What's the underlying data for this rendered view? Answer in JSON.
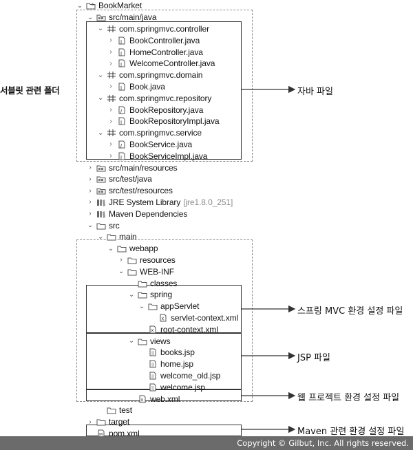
{
  "tree": [
    {
      "label": "BookMarket",
      "icon": "project-icon",
      "indent": 0,
      "chevron": "down",
      "top": 0
    },
    {
      "label": "src/main/java",
      "icon": "source-folder-icon",
      "indent": 1,
      "chevron": "down"
    },
    {
      "label": "com.springmvc.controller",
      "icon": "package-icon",
      "indent": 2,
      "chevron": "down"
    },
    {
      "label": "BookController.java",
      "icon": "java-file-icon",
      "indent": 3,
      "chevron": "right"
    },
    {
      "label": "HomeController.java",
      "icon": "java-file-icon",
      "indent": 3,
      "chevron": "right"
    },
    {
      "label": "WelcomeController.java",
      "icon": "java-file-icon",
      "indent": 3,
      "chevron": "right"
    },
    {
      "label": "com.springmvc.domain",
      "icon": "package-icon",
      "indent": 2,
      "chevron": "down"
    },
    {
      "label": "Book.java",
      "icon": "java-file-icon",
      "indent": 3,
      "chevron": "right"
    },
    {
      "label": "com.springmvc.repository",
      "icon": "package-icon",
      "indent": 2,
      "chevron": "down"
    },
    {
      "label": "BookRepository.java",
      "icon": "java-interface-icon",
      "indent": 3,
      "chevron": "right"
    },
    {
      "label": "BookRepositoryImpl.java",
      "icon": "java-file-icon",
      "indent": 3,
      "chevron": "right"
    },
    {
      "label": "com.springmvc.service",
      "icon": "package-icon",
      "indent": 2,
      "chevron": "down"
    },
    {
      "label": "BookService.java",
      "icon": "java-interface-icon",
      "indent": 3,
      "chevron": "right"
    },
    {
      "label": "BookServiceImpl.java",
      "icon": "java-file-icon",
      "indent": 3,
      "chevron": "right"
    },
    {
      "label": "src/main/resources",
      "icon": "source-folder-icon",
      "indent": 1,
      "chevron": "right"
    },
    {
      "label": "src/test/java",
      "icon": "source-folder-icon",
      "indent": 1,
      "chevron": "right"
    },
    {
      "label": "src/test/resources",
      "icon": "source-folder-icon",
      "indent": 1,
      "chevron": "right"
    },
    {
      "label": "JRE System Library",
      "decor": "[jre1.8.0_251]",
      "icon": "library-icon",
      "indent": 1,
      "chevron": "right"
    },
    {
      "label": "Maven Dependencies",
      "icon": "library-icon",
      "indent": 1,
      "chevron": "right"
    },
    {
      "label": "src",
      "icon": "folder-icon",
      "indent": 1,
      "chevron": "down"
    },
    {
      "label": "main",
      "icon": "folder-icon",
      "indent": 2,
      "chevron": "down"
    },
    {
      "label": "webapp",
      "icon": "folder-icon",
      "indent": 3,
      "chevron": "down"
    },
    {
      "label": "resources",
      "icon": "folder-icon",
      "indent": 4,
      "chevron": "right"
    },
    {
      "label": "WEB-INF",
      "icon": "folder-icon",
      "indent": 4,
      "chevron": "down"
    },
    {
      "label": "classes",
      "icon": "folder-icon",
      "indent": 5,
      "chevron": "none"
    },
    {
      "label": "spring",
      "icon": "folder-icon",
      "indent": 5,
      "chevron": "down"
    },
    {
      "label": "appServlet",
      "icon": "folder-icon",
      "indent": 6,
      "chevron": "down"
    },
    {
      "label": "servlet-context.xml",
      "icon": "xml-file-icon",
      "indent": 7,
      "chevron": "none"
    },
    {
      "label": "root-context.xml",
      "icon": "xml-file-icon",
      "indent": 6,
      "chevron": "none"
    },
    {
      "label": "views",
      "icon": "folder-icon",
      "indent": 5,
      "chevron": "down"
    },
    {
      "label": "books.jsp",
      "icon": "file-icon",
      "indent": 6,
      "chevron": "none"
    },
    {
      "label": "home.jsp",
      "icon": "file-icon",
      "indent": 6,
      "chevron": "none"
    },
    {
      "label": "welcome_old.jsp",
      "icon": "file-icon",
      "indent": 6,
      "chevron": "none"
    },
    {
      "label": "welcome.jsp",
      "icon": "file-icon",
      "indent": 6,
      "chevron": "none"
    },
    {
      "label": "web.xml",
      "icon": "xml-file-icon",
      "indent": 5,
      "chevron": "none"
    },
    {
      "label": "test",
      "icon": "folder-icon",
      "indent": 2,
      "chevron": "none"
    },
    {
      "label": "target",
      "icon": "folder-icon",
      "indent": 1,
      "chevron": "right"
    },
    {
      "label": "pom.xml",
      "icon": "maven-file-icon",
      "indent": 1,
      "chevron": "none"
    }
  ],
  "annotations": {
    "servlet_folder": "서블릿 관련 폴더",
    "java_files": "자바 파일",
    "spring_mvc_config": "스프링 MVC 환경 설정 파일",
    "jsp_files": "JSP 파일",
    "web_project_config": "웹 프로젝트 환경 설정 파일",
    "maven_config": "Maven 관련 환경 설정 파일"
  },
  "footer": {
    "copyright": "Copyright © Gilbut, Inc. All rights reserved."
  }
}
